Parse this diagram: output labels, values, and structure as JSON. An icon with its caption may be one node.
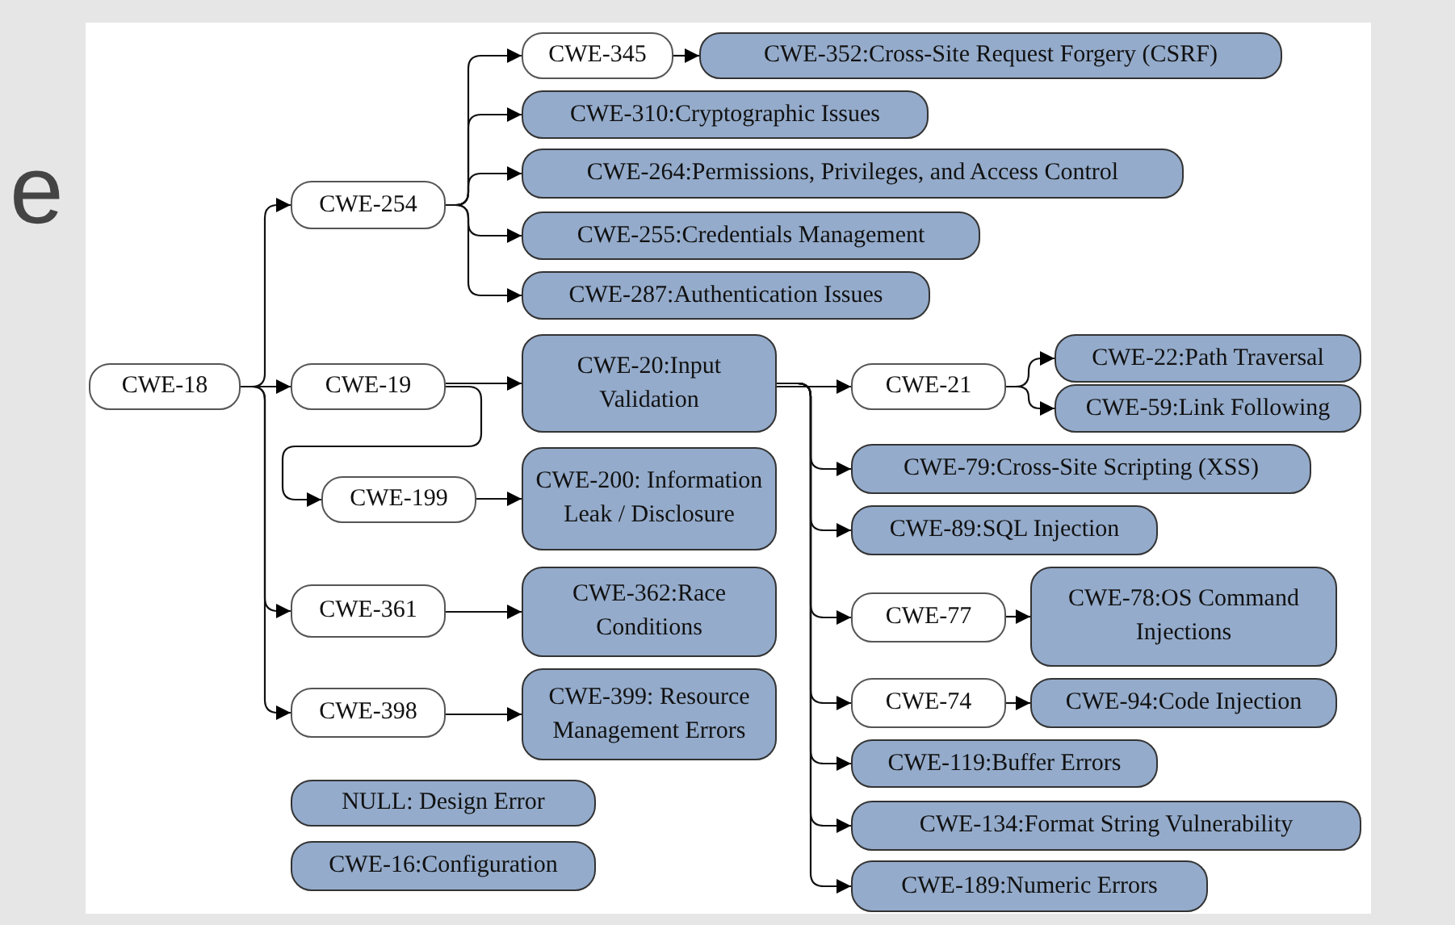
{
  "diagram": {
    "nodes": [
      {
        "text": [
          "CWE-18"
        ]
      },
      {
        "text": [
          "CWE-254"
        ]
      },
      {
        "text": [
          "CWE-345"
        ]
      },
      {
        "text": [
          "CWE-352:Cross-Site  Request Forgery (CSRF)"
        ]
      },
      {
        "text": [
          "CWE-310:Cryptographic Issues"
        ]
      },
      {
        "text": [
          "CWE-264:Permissions, Privileges, and Access Control"
        ]
      },
      {
        "text": [
          "CWE-255:Credentials Management"
        ]
      },
      {
        "text": [
          "CWE-287:Authentication Issues"
        ]
      },
      {
        "text": [
          "CWE-19"
        ]
      },
      {
        "text": [
          "CWE-20:Input Validation"
        ]
      },
      {
        "text": [
          "CWE-21"
        ]
      },
      {
        "text": [
          "CWE-22:Path Traversal"
        ]
      },
      {
        "text": [
          "CWE-59:Link Following"
        ]
      },
      {
        "text": [
          "CWE-199"
        ]
      },
      {
        "text": [
          "CWE-200: Information Leak / Disclosure"
        ]
      },
      {
        "text": [
          "CWE-361"
        ]
      },
      {
        "text": [
          "CWE-362:Race Conditions"
        ]
      },
      {
        "text": [
          "CWE-398"
        ]
      },
      {
        "text": [
          "CWE-399: Resource Management Errors"
        ]
      },
      {
        "text": [
          "NULL: Design Error"
        ]
      },
      {
        "text": [
          "CWE-16:Configuration"
        ]
      },
      {
        "text": [
          "CWE-79:Cross-Site Scripting (XSS)"
        ]
      },
      {
        "text": [
          "CWE-89:SQL Injection"
        ]
      },
      {
        "text": [
          "CWE-77"
        ]
      },
      {
        "text": [
          "CWE-78:OS Command Injections"
        ]
      },
      {
        "text": [
          "CWE-74"
        ]
      },
      {
        "text": [
          "CWE-94:Code Injection"
        ]
      },
      {
        "text": [
          "CWE-119:Buffer Errors"
        ]
      },
      {
        "text": [
          "CWE-134:Format String Vulnerability"
        ]
      },
      {
        "text": [
          "CWE-189:Numeric Errors"
        ]
      }
    ],
    "edges": [
      {
        "from": 0,
        "to": 1,
        "arrow": "to"
      },
      {
        "from": 0,
        "to": 8,
        "arrow": "to"
      },
      {
        "from": 0,
        "to": 15,
        "arrow": "to"
      },
      {
        "from": 0,
        "to": 17,
        "arrow": "to"
      },
      {
        "from": 1,
        "to": 2,
        "arrow": "to"
      },
      {
        "from": 1,
        "to": 4,
        "arrow": "to"
      },
      {
        "from": 1,
        "to": 5,
        "arrow": "to"
      },
      {
        "from": 1,
        "to": 6,
        "arrow": "to"
      },
      {
        "from": 1,
        "to": 7,
        "arrow": "to"
      },
      {
        "from": 2,
        "to": 3,
        "arrow": "to"
      },
      {
        "from": 8,
        "to": 9,
        "arrow": "to"
      },
      {
        "from": 8,
        "to": 13,
        "arrow": "to"
      },
      {
        "from": 13,
        "to": 14,
        "arrow": "to"
      },
      {
        "from": 15,
        "to": 16,
        "arrow": "to"
      },
      {
        "from": 17,
        "to": 18,
        "arrow": "to"
      },
      {
        "from": 9,
        "to": 10,
        "arrow": "to"
      },
      {
        "from": 10,
        "to": 11,
        "arrow": "to"
      },
      {
        "from": 10,
        "to": 12,
        "arrow": "to"
      },
      {
        "from": 9,
        "to": 21,
        "arrow": "to"
      },
      {
        "from": 9,
        "to": 22,
        "arrow": "to"
      },
      {
        "from": 9,
        "to": 23,
        "arrow": "to"
      },
      {
        "from": 23,
        "to": 24,
        "arrow": "to"
      },
      {
        "from": 9,
        "to": 25,
        "arrow": "to"
      },
      {
        "from": 25,
        "to": 26,
        "arrow": "to"
      },
      {
        "from": 9,
        "to": 27,
        "arrow": "to"
      },
      {
        "from": 9,
        "to": 28,
        "arrow": "to"
      },
      {
        "from": 9,
        "to": 29,
        "arrow": "to"
      }
    ],
    "labels": [
      "e"
    ]
  }
}
